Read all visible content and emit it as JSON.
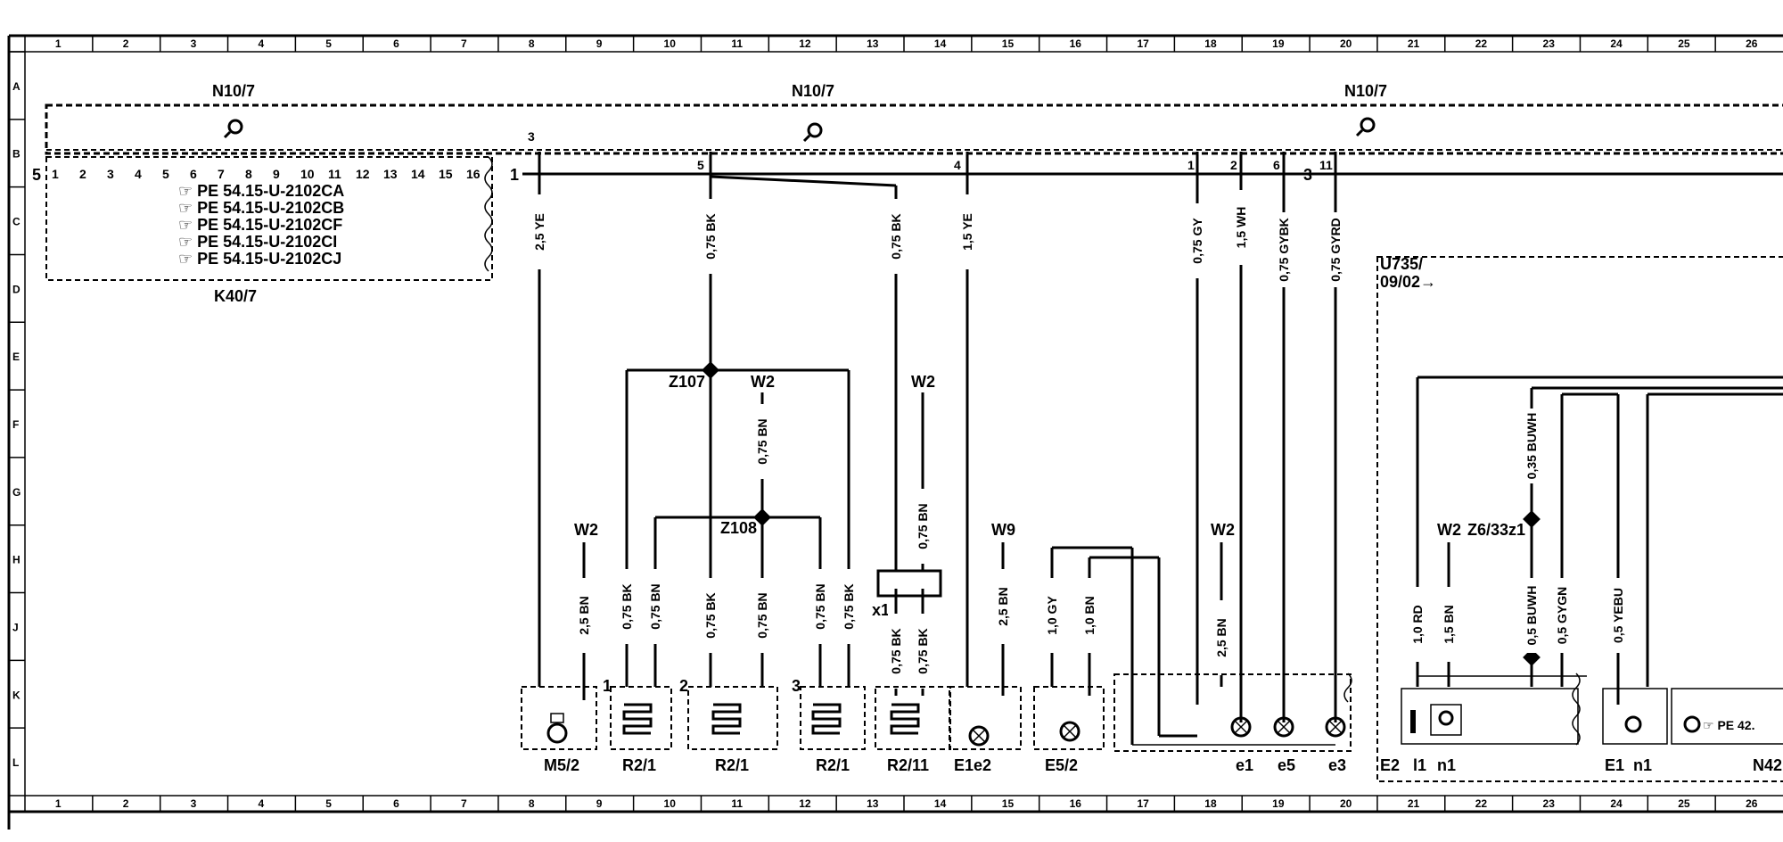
{
  "ruler": {
    "columns": [
      "1",
      "2",
      "3",
      "4",
      "5",
      "6",
      "7",
      "8",
      "9",
      "10",
      "11",
      "12",
      "13",
      "14",
      "15",
      "16",
      "17",
      "18",
      "19",
      "20",
      "21",
      "22",
      "23",
      "24",
      "25",
      "26"
    ],
    "rows": [
      "A",
      "B",
      "C",
      "D",
      "E",
      "F",
      "G",
      "H",
      "J",
      "K",
      "L"
    ]
  },
  "modules": {
    "n10_left": "N10/7",
    "n10_mid": "N10/7",
    "n10_right": "N10/7",
    "k40": "K40/7",
    "k40_pin_count": "5",
    "k40_pins": [
      "1",
      "2",
      "3",
      "4",
      "5",
      "6",
      "7",
      "8",
      "9",
      "10",
      "11",
      "12",
      "13",
      "14",
      "15",
      "16"
    ],
    "k40_refs": [
      "☞ PE 54.15-U-2102CA",
      "☞ PE 54.15-U-2102CB",
      "☞ PE 54.15-U-2102CF",
      "☞ PE 54.15-U-2102CI",
      "☞ PE 54.15-U-2102CJ"
    ],
    "u735": "U735/",
    "u735_date": "09/02→",
    "n4x_ref": "☞ PE 42.",
    "n4x": "N42"
  },
  "wires": {
    "w1": "2,5 YE",
    "w2": "0,75 BK",
    "w3": "0,75 BK",
    "w4": "1,5 YE",
    "w5": "0,75 GY",
    "w6": "1,5 WH",
    "w7": "0,75 GYBK",
    "w8": "0,75 GYRD",
    "w9": "0,75 BN",
    "w10": "2,5 BN",
    "w11": "0,75 BK",
    "w12": "0,75 BN",
    "w13": "0,75 BK",
    "w14": "0,75 BN",
    "w15": "0,75 BN",
    "w16": "0,75 BK",
    "w17": "0,75 BK",
    "w18": "0,75 BK",
    "w19": "0,75 BN",
    "w20": "2,5 BN",
    "w21": "1,0 GY",
    "w22": "1,0 BN",
    "w23": "2,5 BN",
    "w24": "1,0 RD",
    "w25": "1,5 BN",
    "w26": "0,35 BUWH",
    "w27": "0,5 BUWH",
    "w28": "0,5 GYGN",
    "w29": "0,5 YEBU"
  },
  "junctions": {
    "z107": "Z107",
    "z108": "Z108",
    "z6": "Z6/33z1",
    "x1": "x1",
    "ground_w2_a": "W2",
    "ground_w2_b": "W2",
    "ground_w2_c": "W2",
    "ground_w2_d": "W2",
    "ground_w2_e": "W2",
    "ground_w9": "W9"
  },
  "components": {
    "m5": "M5/2",
    "r2_1a": "R2/1",
    "r2_1b": "R2/1",
    "r2_1c": "R2/1",
    "r2_11": "R2/11",
    "e1e2": "E1e2",
    "e5": "E5/2",
    "e1": "e1",
    "e5s": "e5",
    "e3": "e3",
    "e2": "E2",
    "e2_l1": "l1",
    "e2_n1": "n1",
    "e1b": "E1",
    "e1b_n1": "n1"
  },
  "pins": {
    "p3": "3",
    "p5": "5",
    "p4": "4",
    "p1": "1",
    "p2": "2",
    "p6": "6",
    "p11": "11",
    "c1": "1",
    "c3": "3",
    "c2": "2",
    "c3b": "3",
    "c1b": "1"
  }
}
